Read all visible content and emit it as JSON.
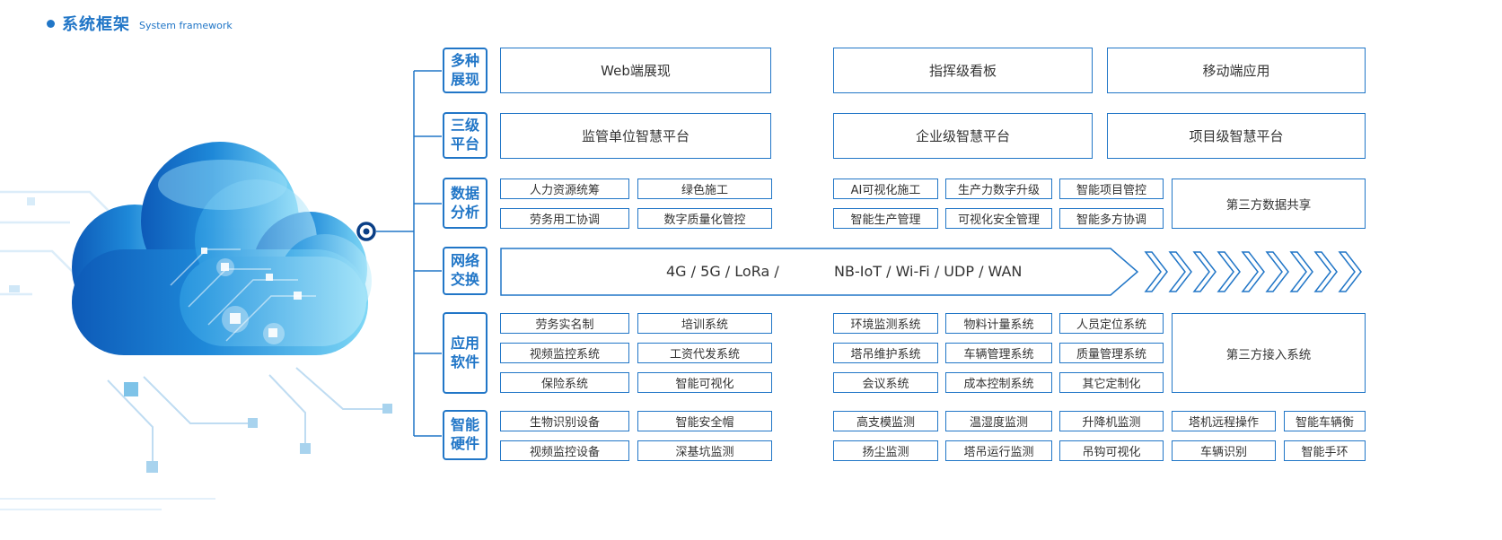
{
  "header": {
    "title": "系统框架",
    "subtitle": "System framework"
  },
  "colors": {
    "accent": "#2176c7",
    "navy": "#0a3f86",
    "text": "#333333"
  },
  "categories": [
    {
      "line1": "多种",
      "line2": "展现"
    },
    {
      "line1": "三级",
      "line2": "平台"
    },
    {
      "line1": "数据",
      "line2": "分析"
    },
    {
      "line1": "网络",
      "line2": "交换"
    },
    {
      "line1": "应用",
      "line2": "软件"
    },
    {
      "line1": "智能",
      "line2": "硬件"
    }
  ],
  "display_row": [
    "Web端展现",
    "指挥级看板",
    "移动端应用"
  ],
  "platform_row": [
    "监管单位智慧平台",
    "企业级智慧平台",
    "项目级智慧平台"
  ],
  "data_analysis": {
    "row1": [
      "人力资源统筹",
      "绿色施工",
      "AI可视化施工",
      "生产力数字升级",
      "智能项目管控"
    ],
    "row2": [
      "劳务用工协调",
      "数字质量化管控",
      "智能生产管理",
      "可视化安全管理",
      "智能多方协调"
    ],
    "side": "第三方数据共享"
  },
  "network": {
    "left": "4G / 5G / LoRa /",
    "right": "NB-IoT / Wi-Fi / UDP / WAN"
  },
  "app_software": {
    "row1": [
      "劳务实名制",
      "培训系统",
      "环境监测系统",
      "物料计量系统",
      "人员定位系统"
    ],
    "row2": [
      "视频监控系统",
      "工资代发系统",
      "塔吊维护系统",
      "车辆管理系统",
      "质量管理系统"
    ],
    "row3": [
      "保险系统",
      "智能可视化",
      "会议系统",
      "成本控制系统",
      "其它定制化"
    ],
    "side": "第三方接入系统"
  },
  "smart_hardware": {
    "row1": [
      "生物识别设备",
      "智能安全帽",
      "高支模监测",
      "温湿度监测",
      "升降机监测",
      "塔机远程操作",
      "智能车辆衡"
    ],
    "row2": [
      "视频监控设备",
      "深基坑监测",
      "扬尘监测",
      "塔吊运行监测",
      "吊钩可视化",
      "车辆识别",
      "智能手环"
    ]
  }
}
